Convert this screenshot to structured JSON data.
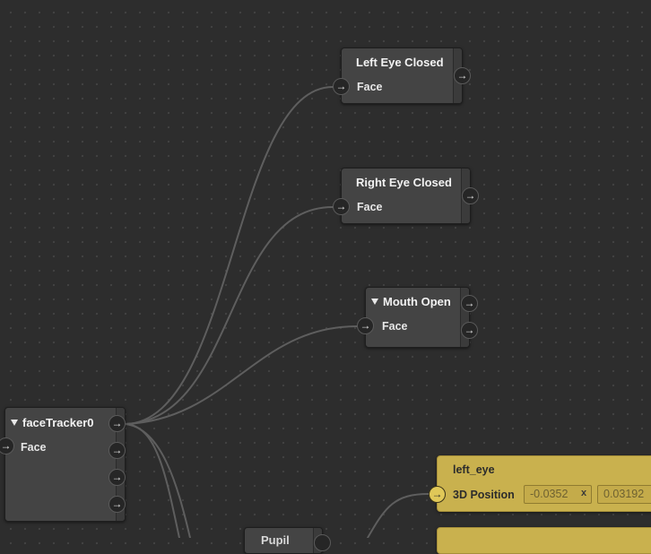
{
  "nodes": {
    "left_eye_closed": {
      "title": "Left Eye Closed",
      "input_label": "Face"
    },
    "right_eye_closed": {
      "title": "Right Eye Closed",
      "input_label": "Face"
    },
    "mouth_open": {
      "title": "Mouth Open",
      "input_label": "Face"
    },
    "face_tracker": {
      "title": "faceTracker0",
      "input_label": "Face"
    },
    "left_eye": {
      "title": "left_eye",
      "input_label": "3D Position",
      "x_value": "-0.0352",
      "x_axis": "x",
      "y_value": "0.03192"
    },
    "partial_node": {
      "title": "Pupil"
    }
  },
  "icons": {
    "port": "arrow-right-icon",
    "collapse": "triangle-down-icon"
  },
  "colors": {
    "canvas": "#2d2d2d",
    "node": "#444444",
    "wire": "#5e5e5e",
    "highlight_node": "#c9b14e"
  }
}
